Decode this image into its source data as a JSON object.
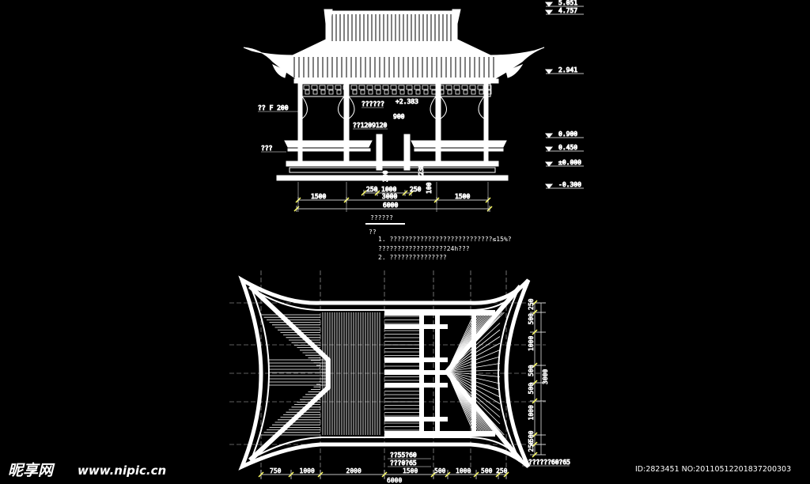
{
  "elevation": {
    "levels": [
      "5.051",
      "4.757",
      "2.941",
      "0.900",
      "0.450",
      "±0.000",
      "-0.300"
    ],
    "notes_left": [
      "?? F 200",
      "???"
    ],
    "labels_center": [
      "??????",
      "+2.383",
      "900",
      "??1209120"
    ],
    "vertical_dims": [
      "300",
      "100",
      "230"
    ],
    "dims_row1": [
      "250",
      "1000",
      "250"
    ],
    "dims_row2": [
      "1500",
      "3000",
      "1500"
    ],
    "dims_total": "6000"
  },
  "notes": {
    "title": "??????",
    "subtitle": "??",
    "items": [
      "1. ???????????????????????????≤15%?",
      "  ??????????????????24h???",
      "2. ???????????????"
    ]
  },
  "plan": {
    "right_dims": [
      "250",
      "500",
      "1000",
      "500",
      "500",
      "1000",
      "500",
      "250"
    ],
    "right_total": "3000",
    "bottom_dims": [
      "750",
      "1000",
      "2000",
      "1500",
      "500",
      "1000",
      "500",
      "250"
    ],
    "bottom_total": "6000",
    "callouts": [
      "??55?60",
      "???0?65",
      "??????60?65"
    ]
  },
  "watermark": {
    "brand": "昵享网",
    "url": "www.nipic.cn",
    "id": "ID:2823451 NO:20110512201837200303"
  }
}
